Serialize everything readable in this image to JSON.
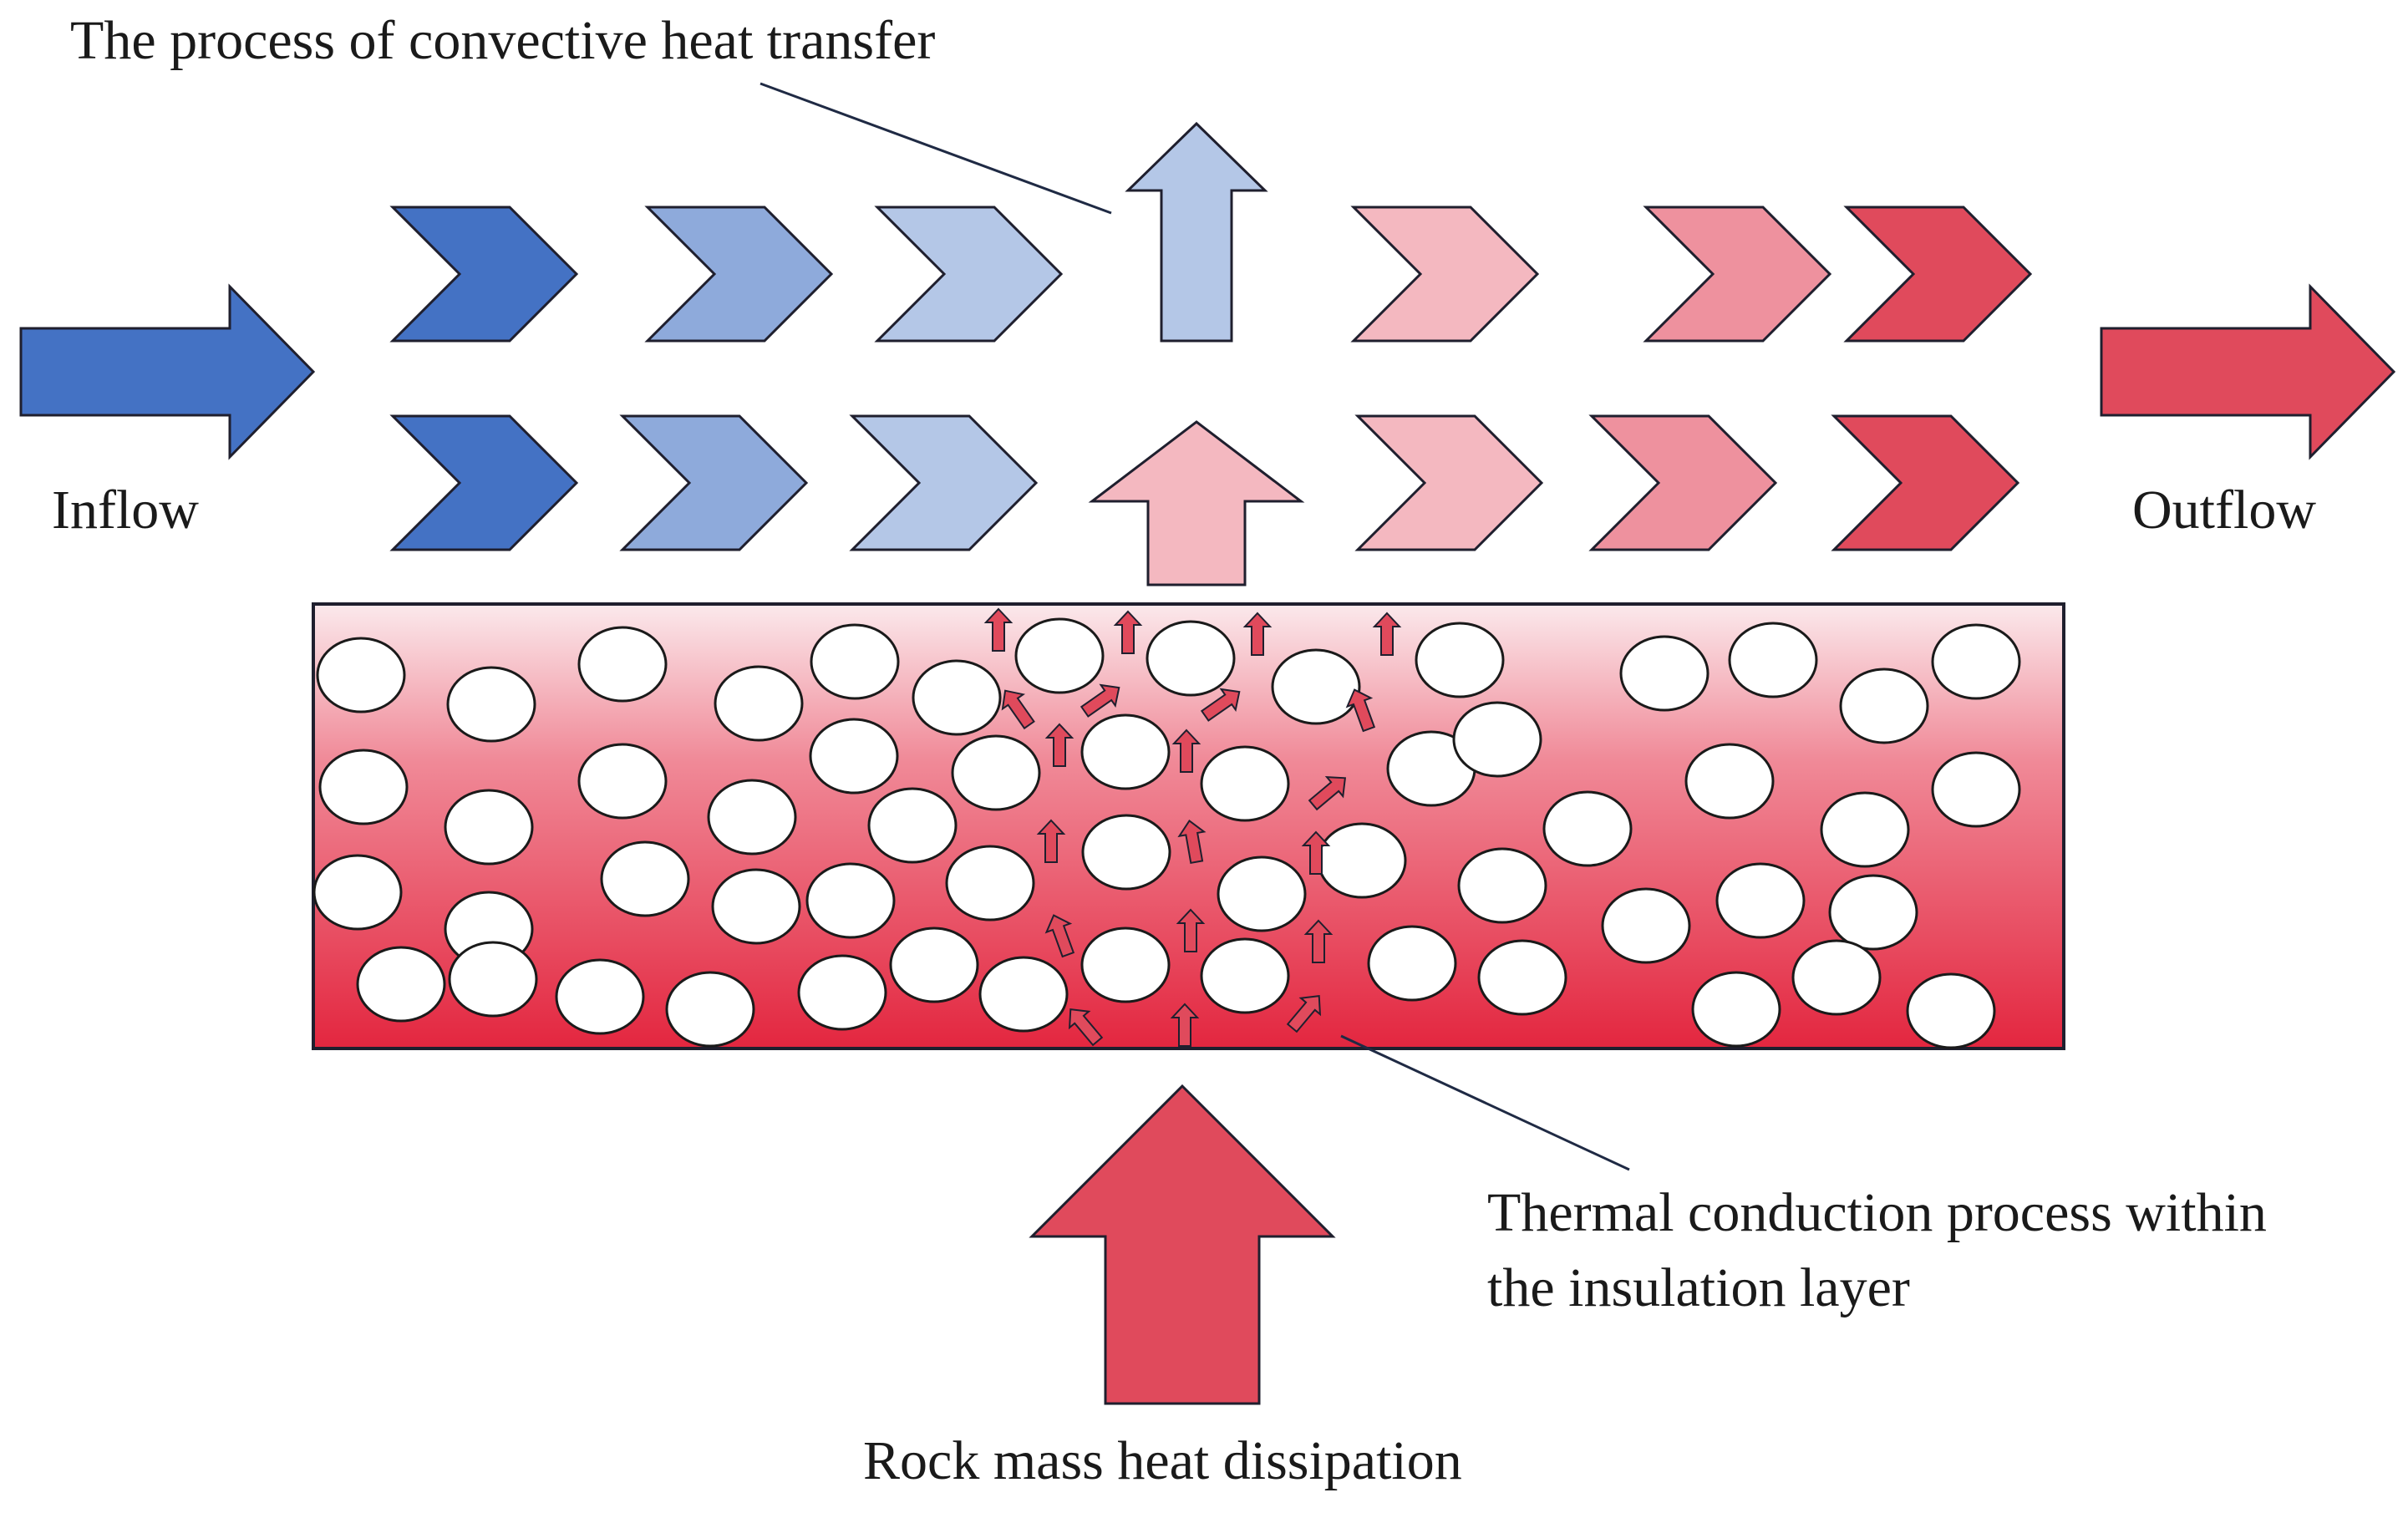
{
  "labels": {
    "convective": "The process of convective heat transfer",
    "inflow": "Inflow",
    "outflow": "Outflow",
    "conduction_line1": "Thermal conduction process within",
    "conduction_line2": "the insulation layer",
    "rock": "Rock mass heat dissipation"
  },
  "colors": {
    "cold_dark": "#4472c4",
    "cold_mid": "#8eaadb",
    "cold_light": "#b4c7e7",
    "warm_light": "#f4b8c0",
    "warm_mid": "#ee919e",
    "warm_dark": "#e04a5c",
    "layer_top": "#fbe9ec",
    "layer_bottom": "#e3263f",
    "stroke": "#1f1f2e"
  },
  "icons": {
    "inflow": "arrow-right-icon",
    "outflow": "arrow-right-icon",
    "chevron": "chevron-right-icon",
    "up": "arrow-up-icon"
  }
}
